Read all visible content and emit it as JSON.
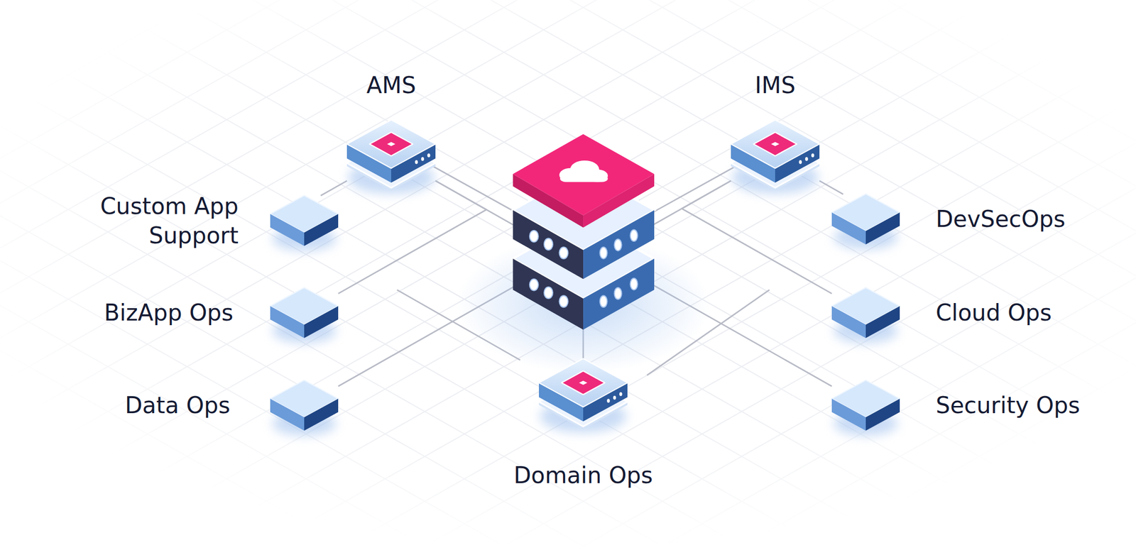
{
  "diagram": {
    "nodes": [
      {
        "text": [
          "AMS"
        ]
      },
      {
        "text": [
          "IMS"
        ]
      },
      {
        "text": [
          "Custom App Support"
        ]
      },
      {
        "text": [
          "DevSecOps"
        ]
      },
      {
        "text": [
          "BizApp Ops"
        ]
      },
      {
        "text": [
          "Cloud Ops"
        ]
      },
      {
        "text": [
          "Data Ops"
        ]
      },
      {
        "text": [
          "Security Ops"
        ]
      },
      {
        "text": [
          "Domain Ops"
        ]
      }
    ],
    "edges": [
      {
        "from": 0,
        "to": 2,
        "arrow": "none"
      },
      {
        "from": 0,
        "to": 4,
        "arrow": "none"
      },
      {
        "from": 0,
        "to": 6,
        "arrow": "none"
      },
      {
        "from": 1,
        "to": 3,
        "arrow": "none"
      },
      {
        "from": 1,
        "to": 5,
        "arrow": "none"
      },
      {
        "from": 1,
        "to": 7,
        "arrow": "none"
      }
    ]
  }
}
